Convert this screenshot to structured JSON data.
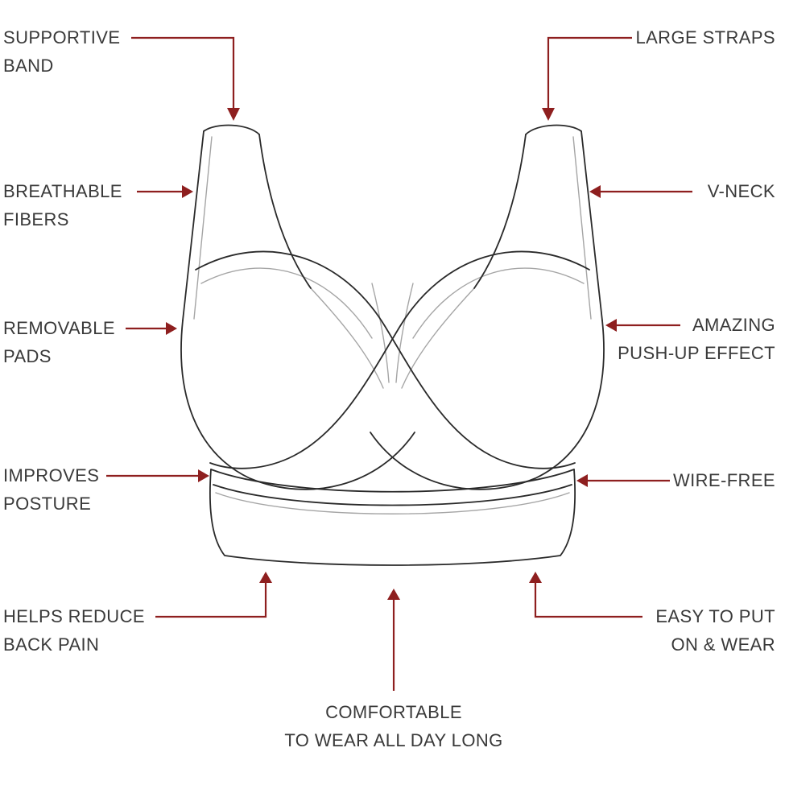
{
  "diagram": {
    "subject": "bra-feature-line-drawing",
    "colors": {
      "arrow": "#8e1f1f",
      "outline": "#2a2a2a",
      "detail": "#a5a5a5",
      "text": "#3a3a3a",
      "background": "#ffffff"
    },
    "labels": [
      {
        "id": "supportive-band",
        "text": "SUPPORTIVE\nBAND",
        "side": "top-left"
      },
      {
        "id": "large-straps",
        "text": "LARGE STRAPS",
        "side": "top-right"
      },
      {
        "id": "breathable-fibers",
        "text": "BREATHABLE\nFIBERS",
        "side": "left"
      },
      {
        "id": "v-neck",
        "text": "V-NECK",
        "side": "right"
      },
      {
        "id": "removable-pads",
        "text": "REMOVABLE\nPADS",
        "side": "left"
      },
      {
        "id": "amazing-push-up-effect",
        "text": "AMAZING\nPUSH-UP EFFECT",
        "side": "right"
      },
      {
        "id": "improves-posture",
        "text": "IMPROVES\nPOSTURE",
        "side": "left"
      },
      {
        "id": "wire-free",
        "text": "WIRE-FREE",
        "side": "right"
      },
      {
        "id": "helps-reduce-back-pain",
        "text": "HELPS REDUCE\nBACK PAIN",
        "side": "bottom-left"
      },
      {
        "id": "easy-to-put-on-wear",
        "text": "EASY TO PUT\nON & WEAR",
        "side": "bottom-right"
      },
      {
        "id": "comfortable-all-day",
        "text": "COMFORTABLE\nTO WEAR ALL DAY LONG",
        "side": "bottom-center"
      }
    ]
  }
}
